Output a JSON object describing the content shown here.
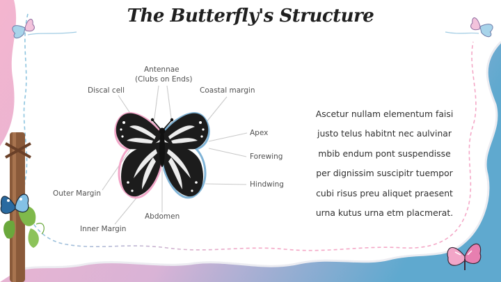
{
  "slide": {
    "title": "The Butterfly's Structure",
    "paragraph_lines": [
      "Ascetur nullam elementum faisi",
      "justo telus habitnt nec aulvinar",
      "mbib endum pont suspendisse",
      "per dignissim suscipitr tuempor",
      "cubi risus preu aliquet praesent",
      "urna kutus urna etm placmerat."
    ]
  },
  "diagram": {
    "labels": {
      "antennae": "Antennae",
      "antennae_sub": "(Clubs on Ends)",
      "discal_cell": "Discal cell",
      "coastal_margin": "Coastal margin",
      "apex": "Apex",
      "forewing": "Forewing",
      "hindwing": "Hindwing",
      "outer_margin": "Outer Margin",
      "abdomen": "Abdomen",
      "inner_margin": "Inner Margin"
    }
  },
  "colors": {
    "pink": "#f2b8d0",
    "blue": "#6fb4d3",
    "paper": "#ffffff",
    "dash_pink": "#f4a7c6",
    "dash_blue": "#8cc4df",
    "leader_line": "#c9c9c9",
    "wing_dark": "#1c1c1c"
  }
}
